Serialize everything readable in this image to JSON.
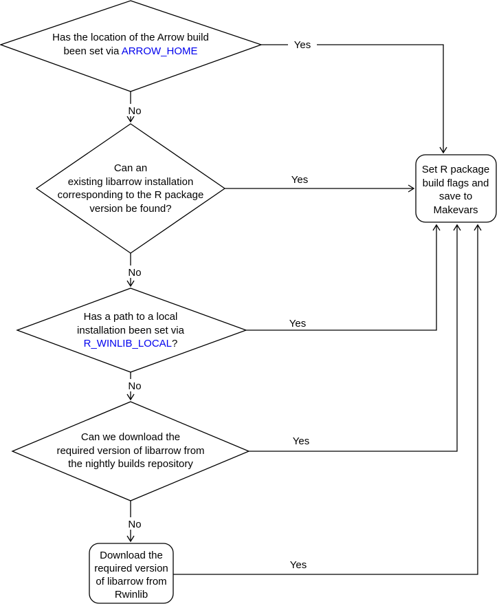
{
  "colors": {
    "background": "#FFFFFF",
    "stroke": "#000000",
    "link": "#0000EE"
  },
  "nodes": {
    "arrow_home": {
      "line1": "Has the location of the Arrow build",
      "line2_text": "been set via ",
      "line2_link": "ARROW_HOME"
    },
    "existing_libarrow": {
      "line1": "Can an",
      "line2": "existing libarrow installation",
      "line3": "corresponding to the R package",
      "line4": "version be found?"
    },
    "winlib_local": {
      "line1": "Has a path to a local",
      "line2": "installation been set via",
      "line3_link": "R_WINLIB_LOCAL",
      "line3_suffix": "?"
    },
    "nightly_builds": {
      "line1": "Can we download the",
      "line2": "required version of libarrow from",
      "line3": "the nightly builds repository"
    },
    "set_flags": {
      "line1": "Set R package",
      "line2": "build flags and",
      "line3": "save to",
      "line4": "Makevars"
    },
    "download_rwinlib": {
      "line1": "Download the",
      "line2": "required version",
      "line3": "of libarrow from",
      "line4": "Rwinlib"
    }
  },
  "edge_labels": {
    "arrow_home_yes": "Yes",
    "arrow_home_no": "No",
    "existing_yes": "Yes",
    "existing_no": "No",
    "winlib_yes": "Yes",
    "winlib_no": "No",
    "nightly_yes": "Yes",
    "nightly_no": "No",
    "download_yes": "Yes"
  }
}
